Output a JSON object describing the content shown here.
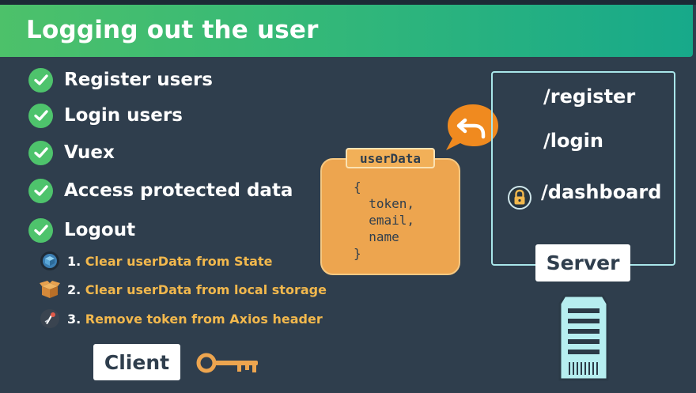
{
  "header": {
    "title": "Logging out the user"
  },
  "checklist": [
    {
      "label": "Register users",
      "icon": "check-circle-icon"
    },
    {
      "label": "Login users",
      "icon": "check-circle-icon"
    },
    {
      "label": "Vuex",
      "icon": "check-circle-icon"
    },
    {
      "label": "Access protected data",
      "icon": "check-circle-icon"
    },
    {
      "label": "Logout",
      "icon": "check-circle-icon"
    }
  ],
  "logout_steps": [
    {
      "number": "1.",
      "text": "Clear userData from State",
      "icon": "vuex-store-icon"
    },
    {
      "number": "2.",
      "text": "Clear userData from local storage",
      "icon": "box-icon"
    },
    {
      "number": "3.",
      "text": "Remove token from Axios header",
      "icon": "axios-icon"
    }
  ],
  "client": {
    "label": "Client",
    "icon": "key-icon"
  },
  "user_data": {
    "tag": "userData",
    "code": "{\n  token,\n  email,\n  name\n}"
  },
  "server": {
    "label": "Server",
    "routes": [
      "/register",
      "/login",
      "/dashboard"
    ],
    "protected_route_icon": "lock-icon"
  },
  "colors": {
    "background": "#2f3e4d",
    "banner_start": "#4dc16a",
    "banner_end": "#17a98a",
    "check": "#4ec36c",
    "step_text": "#f2b84d",
    "data_box": "#eda54f",
    "server_border": "#a9e6ea",
    "server_tower": "#b6eef0"
  }
}
